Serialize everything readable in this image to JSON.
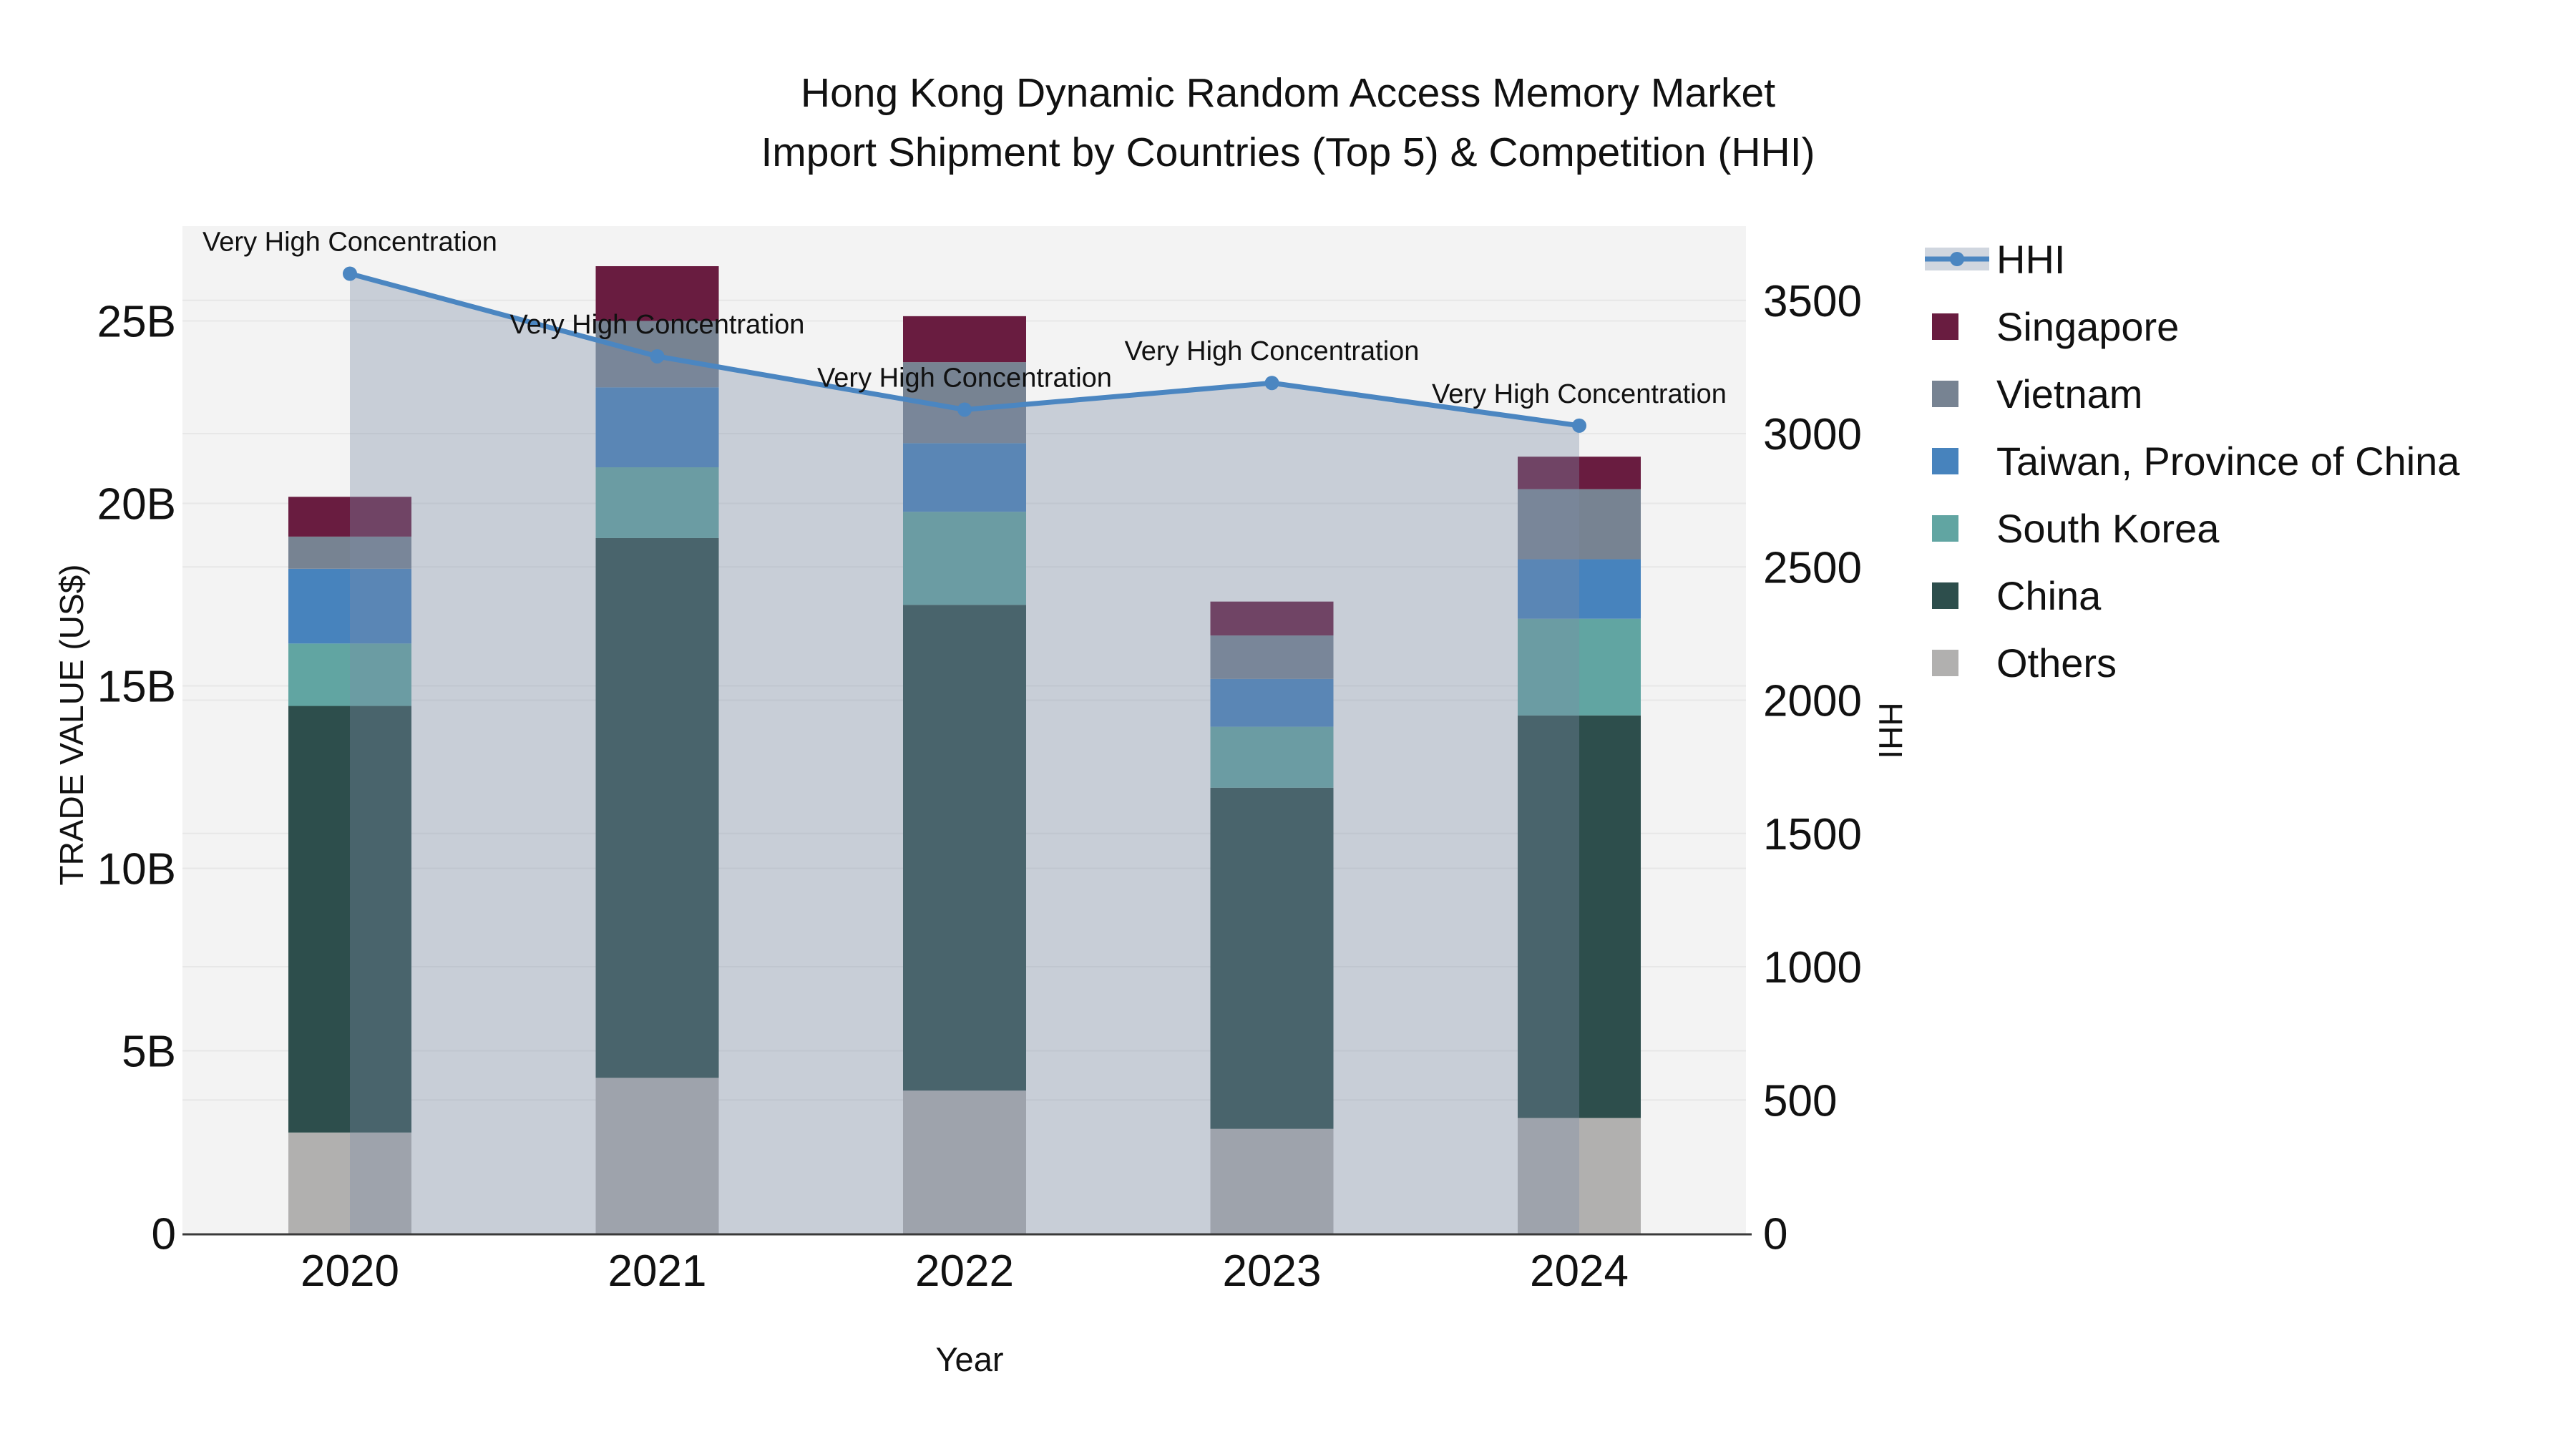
{
  "title": {
    "line1": "Hong Kong Dynamic Random Access Memory Market",
    "line2": "Import Shipment by Countries (Top 5) & Competition (HHI)"
  },
  "axes": {
    "x": {
      "title": "Year",
      "categories": [
        "2020",
        "2021",
        "2022",
        "2023",
        "2024"
      ]
    },
    "y_left": {
      "title": "TRADE VALUE (US$)",
      "tick_labels": [
        "0",
        "5B",
        "10B",
        "15B",
        "20B",
        "25B"
      ],
      "tick_values": [
        0,
        5,
        10,
        15,
        20,
        25
      ]
    },
    "y_right": {
      "title": "HHI",
      "tick_labels": [
        "0",
        "500",
        "1000",
        "1500",
        "2000",
        "2500",
        "3000",
        "3500"
      ],
      "tick_values": [
        0,
        500,
        1000,
        1500,
        2000,
        2500,
        3000,
        3500
      ]
    }
  },
  "legend": {
    "items": [
      {
        "label": "HHI",
        "type": "line",
        "color": "#4b86c1"
      },
      {
        "label": "Singapore",
        "type": "swatch",
        "color": "#691c40"
      },
      {
        "label": "Vietnam",
        "type": "swatch",
        "color": "#778392"
      },
      {
        "label": "Taiwan, Province of China",
        "type": "swatch",
        "color": "#4783bd"
      },
      {
        "label": "South Korea",
        "type": "swatch",
        "color": "#61a5a2"
      },
      {
        "label": "China",
        "type": "swatch",
        "color": "#2d4e4c"
      },
      {
        "label": "Others",
        "type": "swatch",
        "color": "#b1b0af"
      }
    ]
  },
  "chart_data": {
    "type": "bar",
    "stacked": true,
    "title": "Hong Kong Dynamic Random Access Memory Market Import Shipment by Countries (Top 5) & Competition (HHI)",
    "xlabel": "Year",
    "ylabel": "TRADE VALUE (US$)",
    "y2label": "HHI",
    "unit": "billion US$",
    "categories": [
      "2020",
      "2021",
      "2022",
      "2023",
      "2024"
    ],
    "series": [
      {
        "name": "Others",
        "color": "#b1b0af",
        "values": [
          2.76,
          4.26,
          3.91,
          2.86,
          3.16
        ]
      },
      {
        "name": "China",
        "color": "#2d4e4c",
        "values": [
          11.69,
          14.79,
          13.31,
          9.35,
          11.03
        ]
      },
      {
        "name": "South Korea",
        "color": "#61a5a2",
        "values": [
          1.71,
          1.94,
          2.55,
          1.67,
          2.65
        ]
      },
      {
        "name": "Taiwan, Province of China",
        "color": "#4783bd",
        "values": [
          2.05,
          2.19,
          1.88,
          1.31,
          1.63
        ]
      },
      {
        "name": "Vietnam",
        "color": "#778392",
        "values": [
          0.88,
          1.82,
          2.22,
          1.19,
          1.92
        ]
      },
      {
        "name": "Singapore",
        "color": "#691c40",
        "values": [
          1.09,
          1.5,
          1.26,
          0.93,
          0.89
        ]
      }
    ],
    "bar_totals": [
      20.18,
      26.5,
      25.13,
      17.31,
      21.28
    ],
    "line_series": {
      "name": "HHI",
      "axis": "right",
      "color": "#4b86c1",
      "area_fill_color": "rgba(126,140,166,0.36)",
      "values": [
        3600,
        3290,
        3090,
        3190,
        3030
      ]
    },
    "annotations": [
      {
        "text": "Very High Concentration",
        "category": "2020"
      },
      {
        "text": "Very High Concentration",
        "category": "2021"
      },
      {
        "text": "Very High Concentration",
        "category": "2022"
      },
      {
        "text": "Very High Concentration",
        "category": "2023"
      },
      {
        "text": "Very High Concentration",
        "category": "2024"
      }
    ],
    "ylim": [
      0,
      27.6
    ],
    "y2lim": [
      0,
      3778
    ],
    "grid": true,
    "legend_position": "right",
    "plot_background": "#f3f3f3"
  },
  "colors": {
    "plot_background": "#f3f3f3",
    "gridline": "#e7e7e7",
    "axis_line": "#3a3a3a",
    "text": "#111111",
    "hhi_line": "#4b86c1",
    "hhi_area_fill": "rgba(126,140,166,0.36)"
  }
}
